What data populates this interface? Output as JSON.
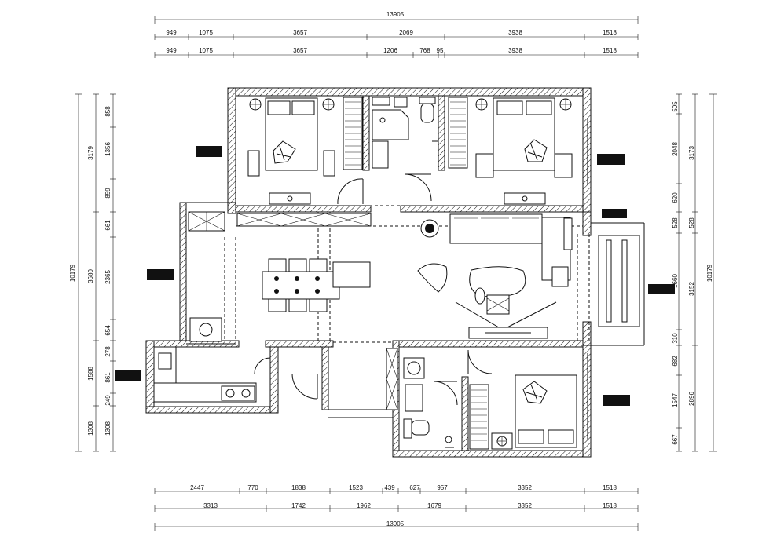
{
  "dimensions": {
    "top_total": "13905",
    "top_row1": [
      "949",
      "1075",
      "3657",
      "2069",
      "3938",
      "1518"
    ],
    "top_row2": [
      "949",
      "1075",
      "3657",
      "1206",
      "768",
      "95",
      "3938",
      "1518"
    ],
    "bottom_row1": [
      "2447",
      "770",
      "1838",
      "1523",
      "439",
      "627",
      "957",
      "3352",
      "1518"
    ],
    "bottom_row2": [
      "3313",
      "1742",
      "1962",
      "1679",
      "3352",
      "1518"
    ],
    "bottom_total": "13905",
    "left_outer": "10179",
    "left_mid": [
      "3179",
      "3680",
      "1588",
      "1308"
    ],
    "left_inner": [
      "858",
      "1356",
      "859",
      "661",
      "2365",
      "654",
      "278",
      "861",
      "249",
      "1308"
    ],
    "right_inner": [
      "505",
      "2048",
      "620",
      "528",
      "1660",
      "310",
      "682",
      "1547",
      "667"
    ],
    "right_mid": [
      "3173",
      "528",
      "3152",
      "2896"
    ],
    "right_outer": "10179"
  }
}
